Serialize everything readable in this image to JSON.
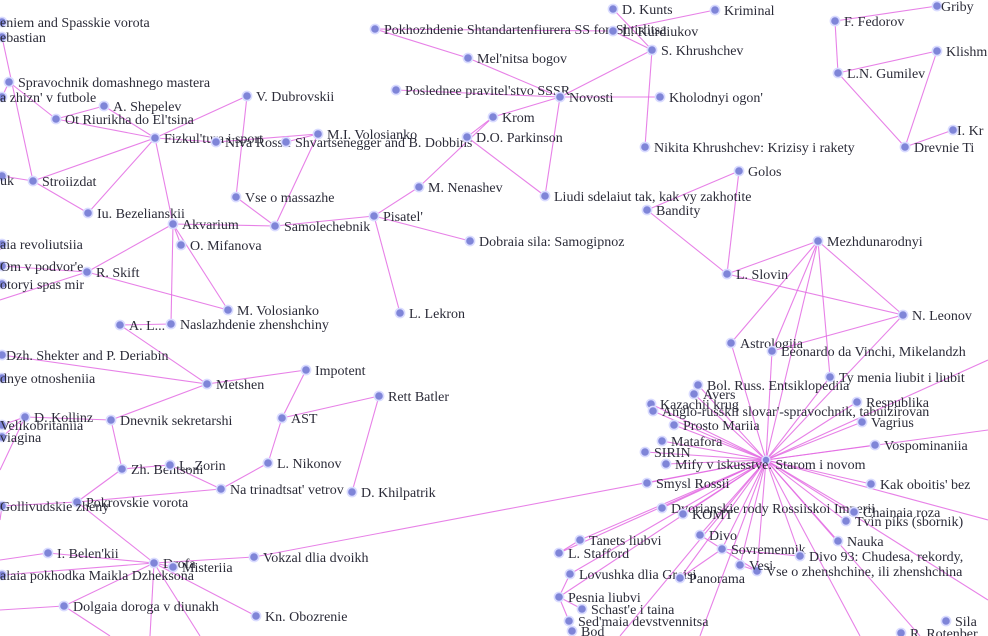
{
  "nodes": [
    {
      "id": "n1",
      "label": "eniem and Spasskie vorota"
    },
    {
      "id": "n2",
      "label": "ebastian"
    },
    {
      "id": "n3",
      "label": "Pokhozhdenie Shtandartenfiurera SS fon Shtirlitsa"
    },
    {
      "id": "n4",
      "label": "D. Kunts"
    },
    {
      "id": "n5",
      "label": "L. Kurdiukov"
    },
    {
      "id": "n6",
      "label": "Kriminal"
    },
    {
      "id": "n7",
      "label": "F. Fedorov"
    },
    {
      "id": "n8",
      "label": "Griby"
    },
    {
      "id": "n9",
      "label": "Mel'nitsa bogov"
    },
    {
      "id": "n10",
      "label": "S. Khrushchev"
    },
    {
      "id": "n11",
      "label": "Klishm"
    },
    {
      "id": "n12",
      "label": "L.N. Gumilev"
    },
    {
      "id": "n13",
      "label": "Spravochnik domashnego mastera"
    },
    {
      "id": "n14",
      "label": "a zhizn' v futbole"
    },
    {
      "id": "n15",
      "label": "V. Dubrovskii"
    },
    {
      "id": "n16",
      "label": "Poslednee pravitel'stvo SSSR"
    },
    {
      "id": "n17",
      "label": "Novosti"
    },
    {
      "id": "n18",
      "label": "Kholodnyi ogon'"
    },
    {
      "id": "n19",
      "label": "A. Shepelev"
    },
    {
      "id": "n20",
      "label": "Ot Riurikha do El'tsina"
    },
    {
      "id": "n21",
      "label": "Krom"
    },
    {
      "id": "n22",
      "label": "I. Kr"
    },
    {
      "id": "n23",
      "label": "Fizkul'tura i sport"
    },
    {
      "id": "n24",
      "label": "Niva Rossii"
    },
    {
      "id": "n25",
      "label": "Shvartsenegger and B. Dobbins"
    },
    {
      "id": "n26",
      "label": "M.I. Volosianko"
    },
    {
      "id": "n27",
      "label": "D.O. Parkinson"
    },
    {
      "id": "n28",
      "label": "Nikita Khrushchev: Krizisy i rakety"
    },
    {
      "id": "n29",
      "label": "Drevnie Ti"
    },
    {
      "id": "n30",
      "label": "uk"
    },
    {
      "id": "n31",
      "label": "Stroiizdat"
    },
    {
      "id": "n32",
      "label": "Golos"
    },
    {
      "id": "n33",
      "label": "M. Nenashev"
    },
    {
      "id": "n34",
      "label": "Vse o massazhe"
    },
    {
      "id": "n35",
      "label": "Liudi sdelaiut tak, kak vy zakhotite"
    },
    {
      "id": "n36",
      "label": "Bandity"
    },
    {
      "id": "n37",
      "label": "Iu. Bezelianskii"
    },
    {
      "id": "n38",
      "label": "Akvarium"
    },
    {
      "id": "n39",
      "label": "Samolechebnik"
    },
    {
      "id": "n40",
      "label": "Pisatel'"
    },
    {
      "id": "n41",
      "label": "aia revoliutsiia"
    },
    {
      "id": "n42",
      "label": "O. Mifanova"
    },
    {
      "id": "n43",
      "label": "Dobraia sila: Samogipnoz"
    },
    {
      "id": "n44",
      "label": "Mezhdunarodnyi"
    },
    {
      "id": "n45",
      "label": "Om v podvor'e"
    },
    {
      "id": "n46",
      "label": "R. Skift"
    },
    {
      "id": "n47",
      "label": "otoryi spas mir"
    },
    {
      "id": "n48",
      "label": "L. Slovin"
    },
    {
      "id": "n49",
      "label": "M. Volosianko"
    },
    {
      "id": "n50",
      "label": "L. Lekron"
    },
    {
      "id": "n51",
      "label": "N. Leonov"
    },
    {
      "id": "n52",
      "label": "A. L..."
    },
    {
      "id": "n53",
      "label": "Naslazhdenie zhenshchiny"
    },
    {
      "id": "n54",
      "label": "Astrologiia"
    },
    {
      "id": "n55",
      "label": "Leonardo da Vinchi, Mikelandzh"
    },
    {
      "id": "n56",
      "label": "Dzh. Shekter and P. Deriabin"
    },
    {
      "id": "n57",
      "label": "Impotent"
    },
    {
      "id": "n58",
      "label": "dnye otnosheniia"
    },
    {
      "id": "n59",
      "label": "Metshen"
    },
    {
      "id": "n60",
      "label": "Bol. Russ. Entsiklopediia"
    },
    {
      "id": "n61",
      "label": "Avers"
    },
    {
      "id": "n62",
      "label": "Ty menia liubit i liubit"
    },
    {
      "id": "n63",
      "label": "Rett Batler"
    },
    {
      "id": "n64",
      "label": "Kazachii krug"
    },
    {
      "id": "n65",
      "label": "Anglo-russkii slovar'-spravochnik, tabuizirovan"
    },
    {
      "id": "n66",
      "label": "Respublika"
    },
    {
      "id": "n67",
      "label": "D. Kollinz"
    },
    {
      "id": "n68",
      "label": "Velikobritaniia"
    },
    {
      "id": "n69",
      "label": "Dnevnik sekretarshi"
    },
    {
      "id": "n70",
      "label": "AST"
    },
    {
      "id": "n71",
      "label": "Prosto Mariia"
    },
    {
      "id": "n72",
      "label": "Vagrius"
    },
    {
      "id": "n73",
      "label": "viagina"
    },
    {
      "id": "n74",
      "label": "Matafora"
    },
    {
      "id": "n75",
      "label": "Vospominaniia"
    },
    {
      "id": "n76",
      "label": "SIRIN"
    },
    {
      "id": "n77",
      "label": "Mify v iskusstve. Starom i novom"
    },
    {
      "id": "n78",
      "label": "Zh. Bentsoni"
    },
    {
      "id": "n79",
      "label": "L. Zorin"
    },
    {
      "id": "n80",
      "label": "L. Nikonov"
    },
    {
      "id": "n81",
      "label": "Smysl Rossii"
    },
    {
      "id": "n82",
      "label": "Kak oboitis' bez"
    },
    {
      "id": "n83",
      "label": "Na trinadtsat' vetrov"
    },
    {
      "id": "n84",
      "label": "D. Khilpatrik"
    },
    {
      "id": "n85",
      "label": "Pokrovskie vorota"
    },
    {
      "id": "n86",
      "label": "Gollivudskie zheny"
    },
    {
      "id": "n87",
      "label": "Dvorianskie rody Rossiiskoi Imperii"
    },
    {
      "id": "n88",
      "label": "KOMT"
    },
    {
      "id": "n89",
      "label": "Chainaia roza"
    },
    {
      "id": "n90",
      "label": "Tvin piks (sbornik)"
    },
    {
      "id": "n91",
      "label": "Tanets liubvi"
    },
    {
      "id": "n92",
      "label": "Divo"
    },
    {
      "id": "n93",
      "label": "Nauka"
    },
    {
      "id": "n94",
      "label": "I. Belen'kii"
    },
    {
      "id": "n95",
      "label": "L. Stafford"
    },
    {
      "id": "n96",
      "label": "Sovremennik"
    },
    {
      "id": "n97",
      "label": "Divo 93: Chudesa, rekordy,"
    },
    {
      "id": "n98",
      "label": "Vokzal dlia dvoikh"
    },
    {
      "id": "n99",
      "label": "Drofa"
    },
    {
      "id": "n100",
      "label": "Misteriia"
    },
    {
      "id": "n101",
      "label": "alaia pokhodka Maikla Dzheksona"
    },
    {
      "id": "n102",
      "label": "Lovushka dlia Greisi"
    },
    {
      "id": "n103",
      "label": "Panorama"
    },
    {
      "id": "n104",
      "label": "Vse o zhenshchine, ili zhenshchina"
    },
    {
      "id": "n105",
      "label": "Pesnia liubvi"
    },
    {
      "id": "n106",
      "label": "Schast'e i taina"
    },
    {
      "id": "n107",
      "label": "Dolgaia doroga v diunakh"
    },
    {
      "id": "n108",
      "label": "Kn. Obozrenie"
    },
    {
      "id": "n109",
      "label": "Sed'maia devstvennitsa"
    },
    {
      "id": "n110",
      "label": "Sila"
    },
    {
      "id": "n111",
      "label": "R. Rotenber"
    },
    {
      "id": "n112",
      "label": "Vesi"
    },
    {
      "id": "n113",
      "label": "Bod"
    }
  ]
}
